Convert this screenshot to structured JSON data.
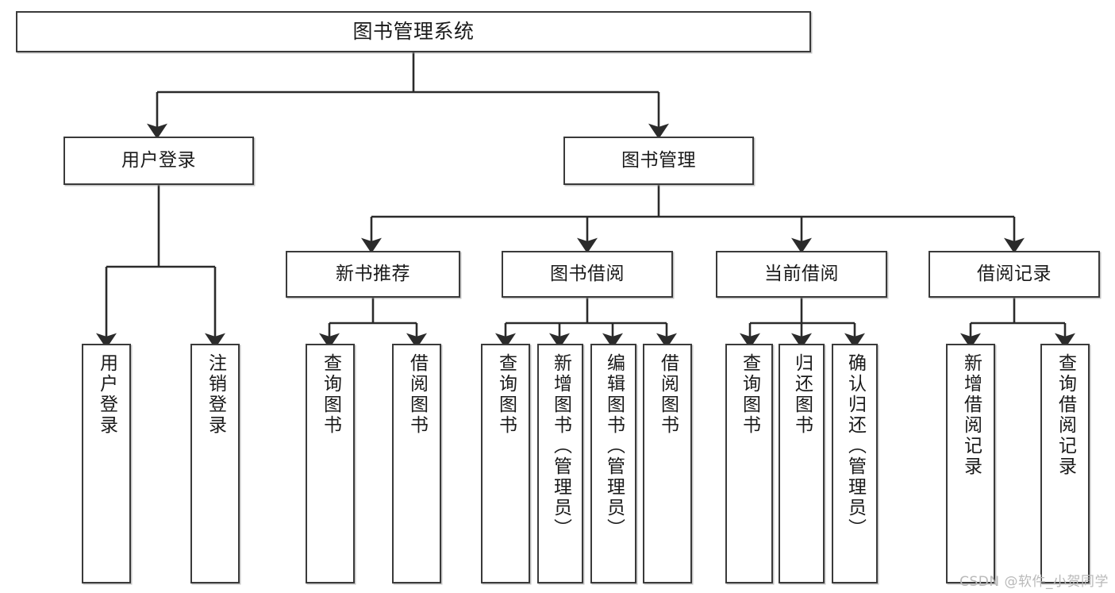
{
  "diagram": {
    "title": "图书管理系统",
    "type": "tree",
    "watermark": "CSDN @软件_小贺同学",
    "colors": {
      "box_border": "#3a3a3a",
      "box_fill": "#ffffff",
      "edge": "#2b2b2b",
      "watermark": "#b9b9b9"
    },
    "nodes": {
      "root": {
        "label": "图书管理系统",
        "level": 1
      },
      "l2": [
        {
          "id": "user-login",
          "label": "用户登录",
          "level": 2
        },
        {
          "id": "book-manage",
          "label": "图书管理",
          "level": 2
        }
      ],
      "l3": [
        {
          "id": "new-book-rec",
          "label": "新书推荐",
          "level": 3,
          "parent": "book-manage"
        },
        {
          "id": "book-borrow",
          "label": "图书借阅",
          "level": 3,
          "parent": "book-manage"
        },
        {
          "id": "current-borrow",
          "label": "当前借阅",
          "level": 3,
          "parent": "book-manage"
        },
        {
          "id": "borrow-record",
          "label": "借阅记录",
          "level": 3,
          "parent": "book-manage"
        }
      ],
      "leaves": [
        {
          "id": "leaf-user-login",
          "label": "用户登录",
          "parent": "user-login"
        },
        {
          "id": "leaf-user-logout",
          "label": "注销登录",
          "parent": "user-login"
        },
        {
          "id": "leaf-rec-query-book",
          "label": "查询图书",
          "parent": "new-book-rec"
        },
        {
          "id": "leaf-rec-borrow-book",
          "label": "借阅图书",
          "parent": "new-book-rec"
        },
        {
          "id": "leaf-borrow-query-book",
          "label": "查询图书",
          "parent": "book-borrow"
        },
        {
          "id": "leaf-borrow-add-book",
          "label": "新增图书（管理员）",
          "parent": "book-borrow"
        },
        {
          "id": "leaf-borrow-edit-book",
          "label": "编辑图书（管理员）",
          "parent": "book-borrow"
        },
        {
          "id": "leaf-borrow-lend-book",
          "label": "借阅图书",
          "parent": "book-borrow"
        },
        {
          "id": "leaf-cur-query-book",
          "label": "查询图书",
          "parent": "current-borrow"
        },
        {
          "id": "leaf-cur-return-book",
          "label": "归还图书",
          "parent": "current-borrow"
        },
        {
          "id": "leaf-cur-confirm-return",
          "label": "确认归还（管理员）",
          "parent": "current-borrow"
        },
        {
          "id": "leaf-rec-add-record",
          "label": "新增借阅记录",
          "parent": "borrow-record"
        },
        {
          "id": "leaf-rec-query-record",
          "label": "查询借阅记录",
          "parent": "borrow-record"
        }
      ]
    }
  }
}
